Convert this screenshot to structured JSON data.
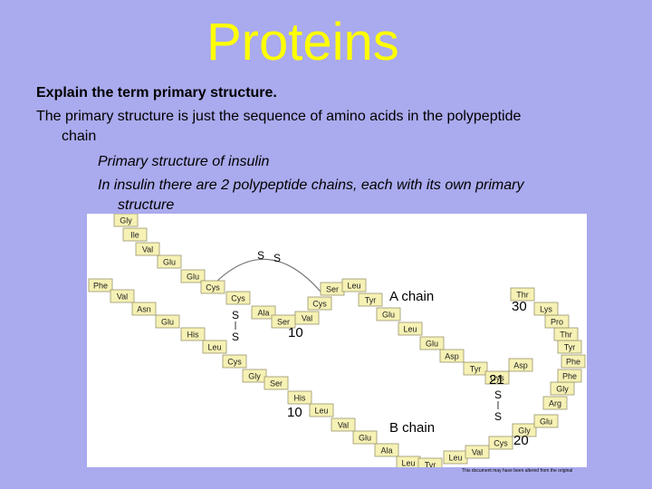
{
  "title": "Proteins",
  "question": "Explain the term primary structure.",
  "answer_line1": "The primary structure is just the sequence of amino acids in the polypeptide",
  "answer_line2": "chain",
  "sub_heading": "Primary structure of insulin",
  "sub_text_line1": "In insulin there are 2 polypeptide chains, each with its own primary",
  "sub_text_line2": "structure",
  "diagram": {
    "a_chain_label": "A chain",
    "b_chain_label": "B chain",
    "sulfur": "S",
    "a_chain": [
      "Gly",
      "Ile",
      "Val",
      "Glu",
      "Glu",
      "Cys",
      "Cys",
      "Ala",
      "Ser",
      "Val",
      "Cys",
      "Ser",
      "Leu",
      "Tyr",
      "Glu",
      "Leu",
      "Glu",
      "Asp",
      "Tyr",
      "Cys",
      "Asp"
    ],
    "b_chain": [
      "Phe",
      "Val",
      "Asn",
      "Glu",
      "His",
      "Leu",
      "Cys",
      "Gly",
      "Ser",
      "His",
      "Leu",
      "Val",
      "Glu",
      "Ala",
      "Leu",
      "Tyr",
      "Leu",
      "Val",
      "Cys",
      "Gly",
      "Glu",
      "Arg",
      "Gly",
      "Phe",
      "Phe",
      "Tyr",
      "Thr",
      "Pro",
      "Lys",
      "Thr"
    ],
    "numbers": {
      "a10": "10",
      "a21": "21",
      "b10": "10",
      "b20": "20",
      "b30": "30"
    }
  },
  "footer_note": "This document may have been altered from the original"
}
